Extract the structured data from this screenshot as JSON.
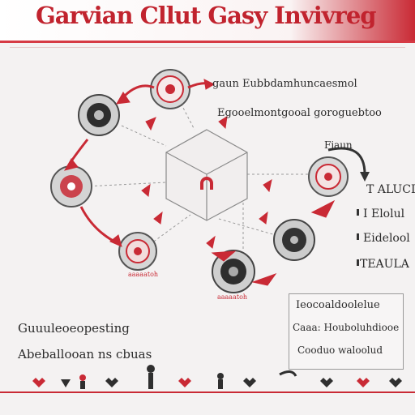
{
  "header": {
    "title": "Garvian Cllut Gasy Invivreg"
  },
  "labels": {
    "top_line_1": "gaun Eubbdamhuncaesmol",
    "top_line_2": "Egooelmontgooal goroguebtoo",
    "right_tag": "Fjaun",
    "right_list": [
      "T ALUCD",
      "I Elolul",
      "Eidelool",
      "TEAULA"
    ],
    "node_caption_1": "aaaaatoh",
    "node_caption_2": "aaaaatoh",
    "left_line_1": "Guuuleoeopesting",
    "left_line_2": "Abeballooan ns cbuas",
    "note_title": "Ieocoaldoolelue",
    "note_line_1": "Caaa: Houboluhdiooe",
    "note_line_2": "Cooduo waloolud"
  },
  "colors": {
    "accent": "#c92a35",
    "node_ring": "#555555",
    "line": "#9a9a9a"
  },
  "icons": [
    "hexagon-core-icon",
    "gear-node-icon",
    "arrow-icon",
    "figure-icon"
  ]
}
